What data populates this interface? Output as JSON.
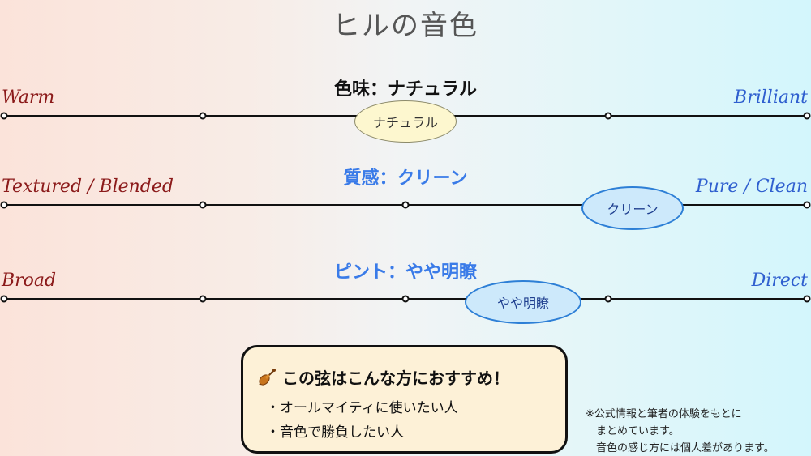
{
  "title": "ヒルの音色",
  "scales": [
    {
      "heading": "色味：ナチュラル",
      "left_label": "Warm",
      "right_label": "Brilliant",
      "value_label": "ナチュラル",
      "position_fraction": 0.5
    },
    {
      "heading": "質感：クリーン",
      "left_label": "Textured / Blended",
      "right_label": "Pure / Clean",
      "value_label": "クリーン",
      "position_fraction": 0.78
    },
    {
      "heading": "ピント：やや明瞭",
      "left_label": "Broad",
      "right_label": "Direct",
      "value_label": "やや明瞭",
      "position_fraction": 0.645
    }
  ],
  "recommend": {
    "icon": "violin-icon",
    "heading": "この弦はこんな方におすすめ！",
    "items": [
      "・オールマイティに使いたい人",
      "・音色で勝負したい人"
    ]
  },
  "note_lines": [
    "※公式情報と筆者の体験をもとに",
    "　まとめています。",
    "　音色の感じ方には個人差があります。"
  ],
  "colors": {
    "left_label": "#8b1a1a",
    "right_label": "#2f5fcf",
    "heading_black": "#111111",
    "heading_blue": "#3a7be8"
  }
}
